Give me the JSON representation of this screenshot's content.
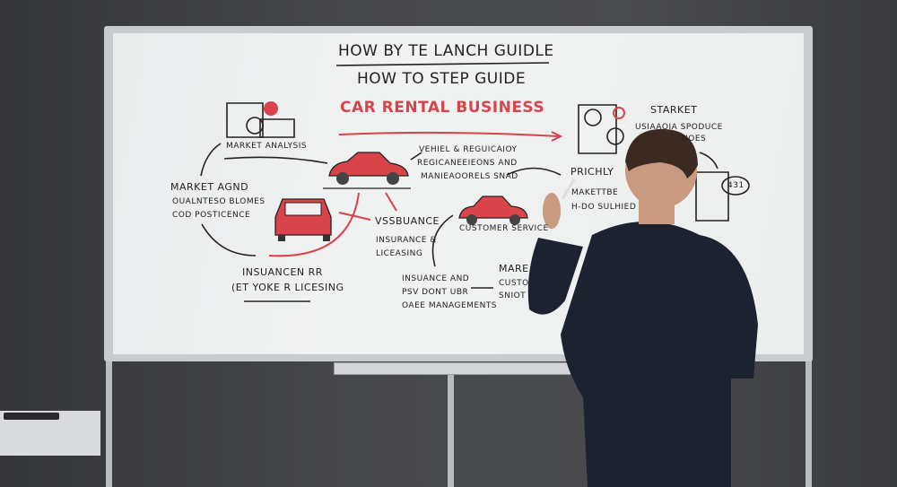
{
  "board": {
    "title_line1": "HOW BY TE LANCH GUIDLE",
    "title_line2": "HOW TO STEP GUIDE",
    "title_line3": "CAR RENTAL BUSINESS",
    "notes": {
      "market_analysis": "MARKET ANALYSIS",
      "market_agnd_1": "MARKET AGND",
      "market_agnd_2": "OUALNTESO BLOMES",
      "market_agnd_3": "COD POSTICENCE",
      "vehicle_1": "VEHIEL & REGUICAIOY",
      "vehicle_2": "REGICANEEIEONS AND",
      "vehicle_3": "MANIEAOORELS SNAD",
      "vssbuance": "VSSBUANCE",
      "insurance_licensing_1": "INSURANCE &",
      "insurance_licensing_2": "LICEASING",
      "insuancen_1": "INSUANCEN RR",
      "insuancen_2": "(ET YOKE R LICESING",
      "customer_service": "CUSTOMER SERVICE",
      "insuance_and_1": "INSUANCE AND",
      "insuance_and_2": "PSV DONT UBR",
      "insuance_and_3": "OAEE MANAGEMENTS",
      "mare": "MARE",
      "custo": "CUSTO",
      "sniot": "SNIOT",
      "starket": "STARKET",
      "usiaaoia_1": "USIAAOIA SPODUCE",
      "usiaaoia_2": "NOES",
      "prichly": "PRICHLY",
      "maketibe": "MAKETTBE",
      "sulhied": "H-DO SULHIED",
      "badge": "431"
    }
  },
  "colors": {
    "accent_red": "#d9434a",
    "marker_black": "#222222",
    "suit": "#1c2230"
  }
}
